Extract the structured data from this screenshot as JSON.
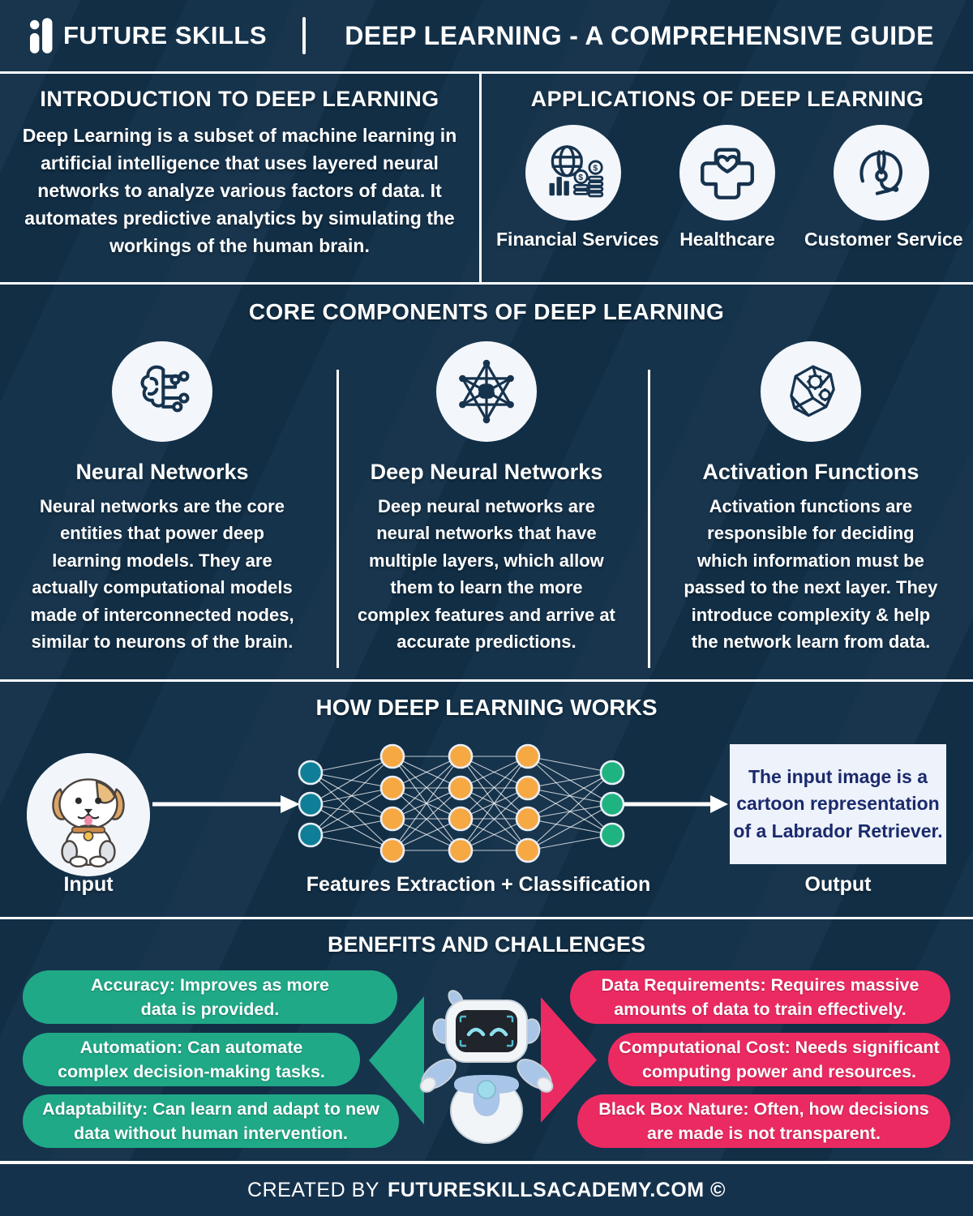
{
  "header": {
    "brand": "FUTURE SKILLS",
    "title": "DEEP LEARNING - A COMPREHENSIVE GUIDE",
    "logo_icon": "bar-chart-logo-icon"
  },
  "intro": {
    "title": "INTRODUCTION TO DEEP LEARNING",
    "body": "Deep Learning is a subset of machine learning in\nartificial intelligence that uses layered neural\nnetworks to analyze various factors of data. It\nautomates predictive analytics by simulating the\nworkings of the human brain."
  },
  "applications": {
    "title": "APPLICATIONS OF DEEP LEARNING",
    "items": [
      {
        "label": "Financial Services",
        "icon": "finance-globe-coins-icon"
      },
      {
        "label": "Healthcare",
        "icon": "medical-cross-heart-icon"
      },
      {
        "label": "Customer Service",
        "icon": "headset-agent-icon"
      }
    ]
  },
  "core": {
    "title": "CORE COMPONENTS OF DEEP LEARNING",
    "items": [
      {
        "heading": "Neural Networks",
        "icon": "brain-circuit-icon",
        "body": "Neural networks are the core\nentities that power deep\nlearning models. They are\nactually computational models\nmade of interconnected nodes,\nsimilar to neurons of the brain."
      },
      {
        "heading": "Deep Neural Networks",
        "icon": "hexagram-network-icon",
        "body": "Deep neural networks are\nneural networks that have\nmultiple layers, which allow\nthem to learn the more\ncomplex features and arrive at\naccurate predictions."
      },
      {
        "heading": "Activation Functions",
        "icon": "brain-gears-icon",
        "body": "Activation functions are\nresponsible for deciding\nwhich information must be\npassed to the next layer. They\nintroduce complexity & help\nthe network learn from data."
      }
    ]
  },
  "how": {
    "title": "HOW DEEP LEARNING WORKS",
    "input_label": "Input",
    "input_image": "cartoon-puppy-icon",
    "middle_label": "Features Extraction + Classification",
    "output_label": "Output",
    "output_text": "The input image is a\ncartoon representation\nof a Labrador Retriever."
  },
  "benefits_challenges": {
    "title": "BENEFITS AND CHALLENGES",
    "center_image": "friendly-robot-icon",
    "benefits": [
      {
        "text": "Accuracy: Improves as more\ndata is provided."
      },
      {
        "text": "Automation: Can automate\ncomplex decision-making tasks."
      },
      {
        "text": "Adaptability: Can learn and adapt to new\ndata without human intervention."
      }
    ],
    "challenges": [
      {
        "text": "Data Requirements: Requires massive\namounts of data to train effectively."
      },
      {
        "text": "Computational Cost: Needs significant\ncomputing power and resources."
      },
      {
        "text": "Black Box Nature: Often, how decisions\nare made is not transparent."
      }
    ]
  },
  "footer": {
    "prefix": "CREATED BY",
    "brand": "FUTURESKILLSACADEMY.COM ©"
  },
  "colors": {
    "background": "#123049",
    "divider_white": "#ffffff",
    "benefit_green": "#1fa987",
    "challenge_pink": "#ec2a62",
    "node_teal": "#0f7f97",
    "node_orange": "#f6a843",
    "node_green": "#1fb381",
    "icon_navy": "#16334e",
    "output_text_navy": "#1a2a6c"
  }
}
